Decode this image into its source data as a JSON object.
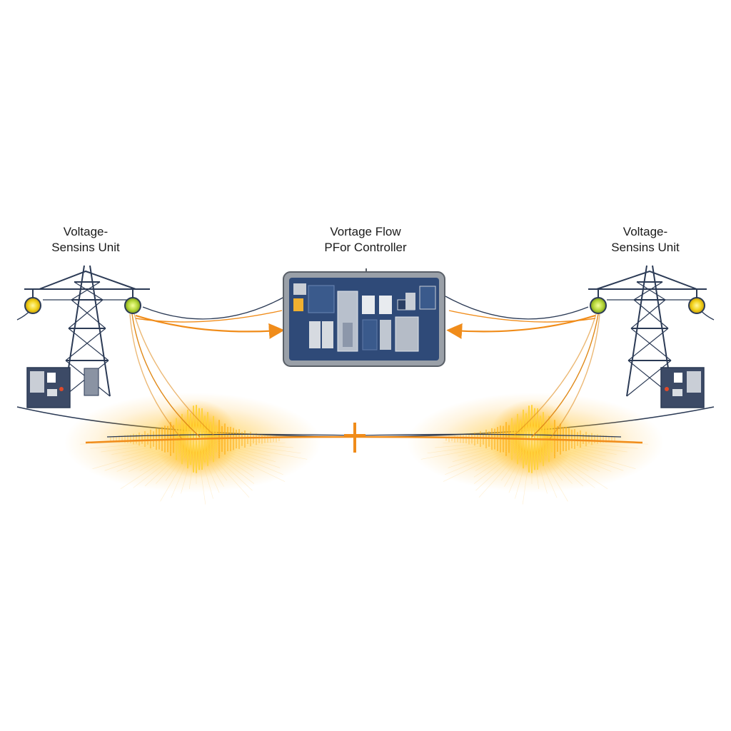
{
  "labels": {
    "left": {
      "line1": "Voltage-",
      "line2": "Sensins Unit"
    },
    "center": {
      "line1": "Vortage Flow",
      "line2": "PFor Controller"
    },
    "right": {
      "line1": "Voltage-",
      "line2": "Sensins Unit"
    }
  },
  "colors": {
    "tower": "#2b3a55",
    "panel_frame": "#8a8f96",
    "panel_screen": "#2f4a78",
    "flow_arrow": "#f08c1a",
    "signal_glow": "#ffb21a",
    "sensor_yellow": "#f2d21b",
    "sensor_green": "#b6d83a",
    "cabinet": "#3c4a66"
  },
  "icons": {
    "left_tower": "transmission-tower-icon",
    "right_tower": "transmission-tower-icon",
    "controller": "control-panel-icon",
    "left_cabinet": "switchgear-cabinet-icon",
    "right_cabinet": "switchgear-cabinet-icon",
    "junction": "cross-marker-icon"
  }
}
